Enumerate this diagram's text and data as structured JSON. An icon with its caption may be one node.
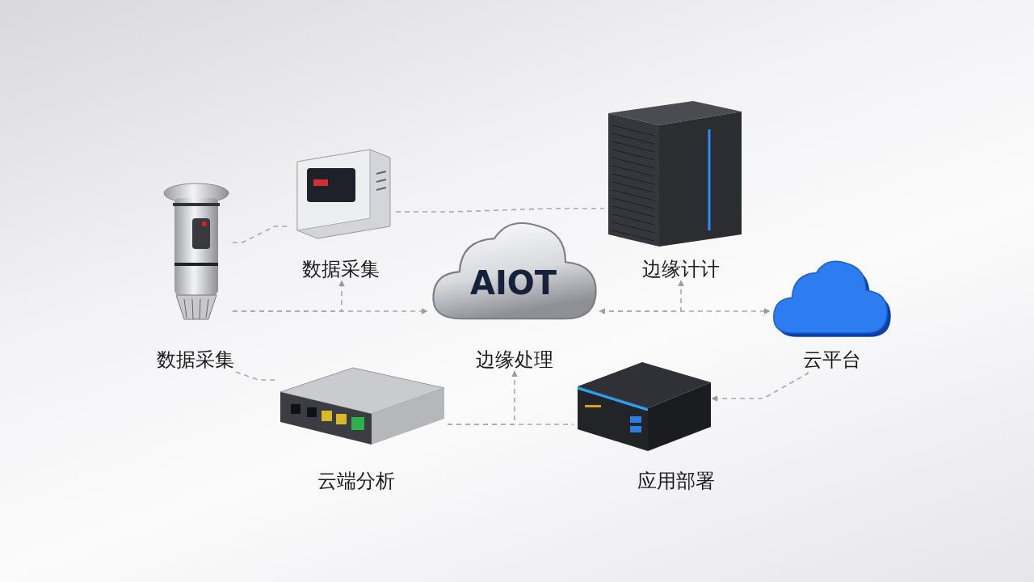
{
  "diagram": {
    "nodes": [
      {
        "text": [],
        "shape": "picture"
      },
      {
        "text": [
          "数据采集"
        ]
      },
      {
        "text": [],
        "shape": "picture"
      },
      {
        "text": [
          "数据采集"
        ]
      },
      {
        "text": [
          "AIOT"
        ]
      },
      {
        "text": [
          "边缘处理"
        ]
      },
      {
        "text": [],
        "shape": "picture"
      },
      {
        "text": [
          "边缘计计"
        ]
      },
      {
        "text": [],
        "shape": "cloud"
      },
      {
        "text": [
          "云平台"
        ]
      },
      {
        "text": [],
        "shape": "picture"
      },
      {
        "text": [
          "云端分析"
        ]
      },
      {
        "text": [],
        "shape": "picture"
      },
      {
        "text": [
          "应用部署"
        ]
      }
    ],
    "edges": [
      {
        "from": 0,
        "to": 4,
        "arrow": "to",
        "style": "dashed"
      },
      {
        "from": 0,
        "to": 3,
        "arrow": "to",
        "style": "dashed"
      },
      {
        "from": 4,
        "to": 8,
        "arrow": "both",
        "style": "dashed"
      },
      {
        "from": 4,
        "to": 7,
        "arrow": "to",
        "style": "dashed"
      },
      {
        "from": 10,
        "to": 12,
        "arrow": "none",
        "style": "dashed"
      },
      {
        "from": 10,
        "to": 5,
        "arrow": "to",
        "style": "dashed"
      },
      {
        "from": 9,
        "to": 12,
        "arrow": "to",
        "style": "dashed"
      },
      {
        "from": 0,
        "to": 2,
        "arrow": "none",
        "style": "dashed"
      },
      {
        "from": 2,
        "to": 6,
        "arrow": "none",
        "style": "dashed"
      },
      {
        "from": 1,
        "to": 10,
        "arrow": "none",
        "style": "dashed"
      }
    ]
  }
}
